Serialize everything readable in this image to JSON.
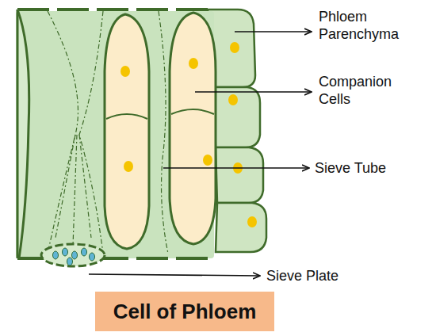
{
  "diagram": {
    "caption": "Cell of Phloem",
    "labels": [
      "Phloem Parenchyma",
      "Companion Cells",
      "Sieve Tube",
      "Sieve Plate"
    ]
  }
}
